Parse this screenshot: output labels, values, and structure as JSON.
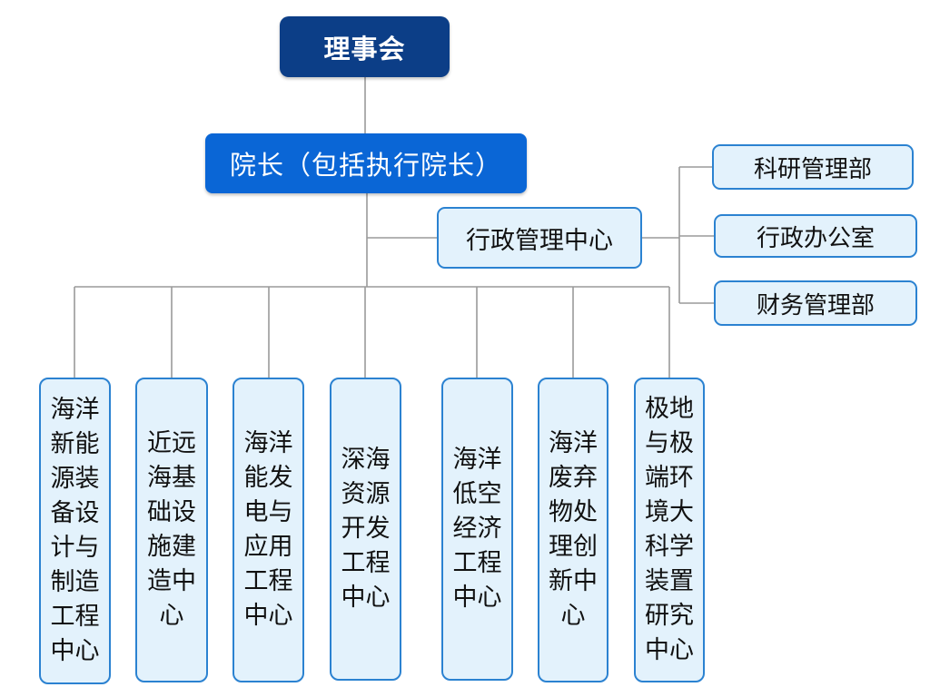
{
  "board": "理事会",
  "dean": "院长（包括执行院长）",
  "admin_center": "行政管理中心",
  "admin_departments": [
    "科研管理部",
    "行政办公室",
    "财务管理部"
  ],
  "centers": [
    "海洋新能源装备设计与制造工程中心",
    "近远海基础设施建造中心",
    "海洋能发电与应用工程中心",
    "深海资源开发工程中心",
    "海洋低空经济工程中心",
    "海洋废弃物处理创新中心",
    "极地与极端环境大科学装置研究中心"
  ]
}
